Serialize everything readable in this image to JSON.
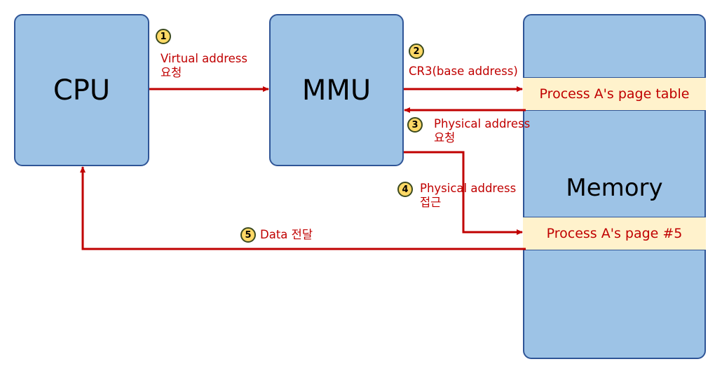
{
  "nodes": {
    "cpu": "CPU",
    "mmu": "MMU",
    "memory": "Memory",
    "page_table": "Process A's page table",
    "page": "Process A's page #5"
  },
  "steps": [
    {
      "num": "1",
      "line1": "Virtual address",
      "line2": "요청"
    },
    {
      "num": "2",
      "line1": "CR3(base address)",
      "line2": ""
    },
    {
      "num": "3",
      "line1": "Physical address",
      "line2": "요청"
    },
    {
      "num": "4",
      "line1": "Physical address",
      "line2": "접근"
    },
    {
      "num": "5",
      "line1": "Data 전달",
      "line2": ""
    }
  ],
  "colors": {
    "box_fill": "#9dc3e6",
    "box_border": "#2f5597",
    "slot_fill": "#fff2cc",
    "arrow": "#c00000",
    "badge_fill": "#ffd966"
  }
}
